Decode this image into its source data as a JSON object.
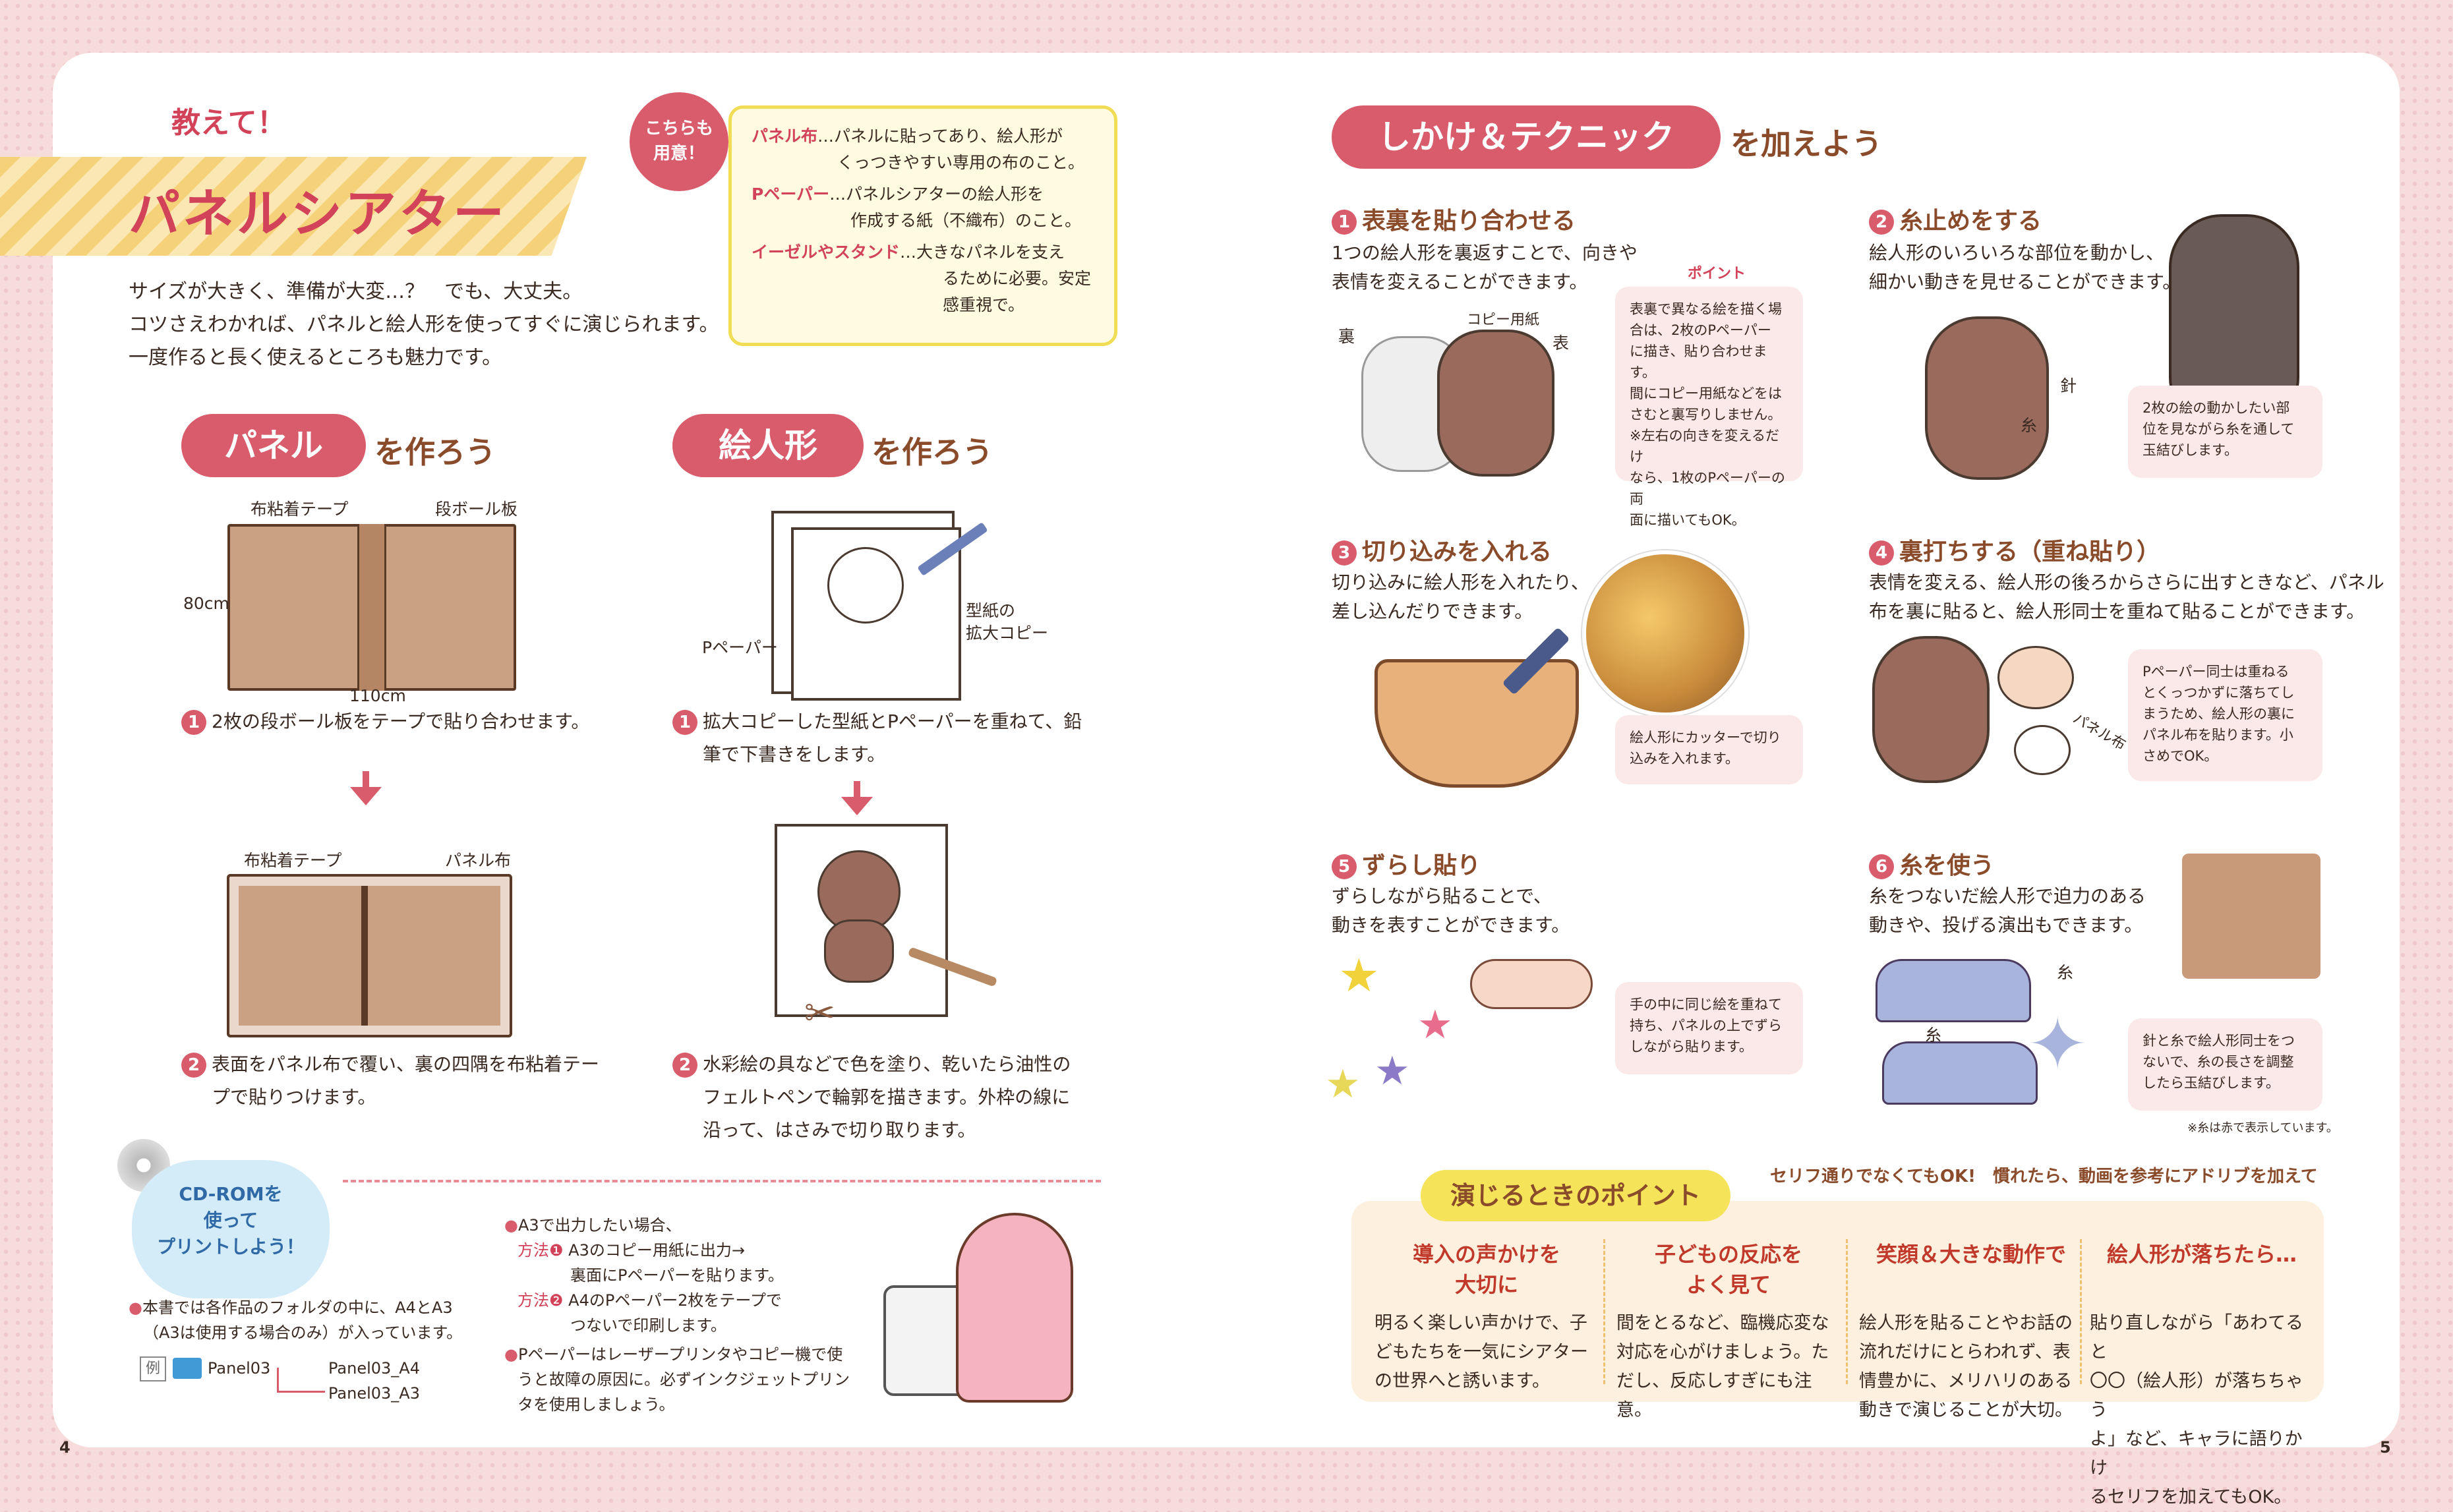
{
  "page_numbers": {
    "left": "4",
    "right": "5"
  },
  "left": {
    "kicker": "教えて！",
    "title": "パネルシアター",
    "callout_badge": [
      "こちらも",
      "用意！"
    ],
    "intro": [
      "サイズが大きく、準備が大変…？　でも、大丈夫。",
      "コツさえわかれば、パネルと絵人形を使ってすぐに演じられます。",
      "一度作ると長く使えるところも魅力です。"
    ],
    "glossary": [
      {
        "term": "パネル布",
        "sep": "…",
        "desc": [
          "パネルに貼ってあり、絵人形が",
          "くっつきやすい専用の布のこと。"
        ]
      },
      {
        "term": "Pペーパー",
        "sep": "…",
        "desc": [
          "パネルシアターの絵人形を",
          "作成する紙（不織布）のこと。"
        ]
      },
      {
        "term": "イーゼルやスタンド",
        "sep": "…",
        "desc": [
          "大きなパネルを支え",
          "るために必要。安定",
          "感重視で。"
        ]
      }
    ],
    "panel": {
      "heading": "パネル",
      "heading_suffix": "を作ろう",
      "label_tape": "布粘着テープ",
      "label_board": "段ボール板",
      "dim_h": "80cm",
      "dim_w": "110cm",
      "step1": "2枚の段ボール板をテープで貼り合わせます。",
      "label_tape2": "布粘着テープ",
      "label_cloth": "パネル布",
      "step2": [
        "表面をパネル布で覆い、裏の四隅を布粘着テー",
        "プで貼りつけます。"
      ]
    },
    "doll": {
      "heading": "絵人形",
      "heading_suffix": "を作ろう",
      "label_pattern": [
        "型紙の",
        "拡大コピー"
      ],
      "label_ppaper": "Pペーパー",
      "step1": [
        "拡大コピーした型紙とPペーパーを重ねて、鉛",
        "筆で下書きをします。"
      ],
      "step2": [
        "水彩絵の具などで色を塗り、乾いたら油性の",
        "フェルトペンで輪郭を描きます。外枠の線に",
        "沿って、はさみで切り取ります。"
      ]
    },
    "cdrom": {
      "cloud": [
        "CD-ROMを",
        "使って",
        "プリントしよう！"
      ],
      "note1": [
        "本書では各作品のフォルダの中に、A4とA3",
        "（A3は使用する場合のみ）が入っています。"
      ],
      "example": "例",
      "folder": "Panel03",
      "files": [
        "Panel03_A4",
        "Panel03_A3"
      ],
      "a3_head": "A3で出力したい場合、",
      "methods": [
        {
          "label": "方法❶",
          "text": [
            "A3のコピー用紙に出力→",
            "裏面にPペーパーを貼ります。"
          ]
        },
        {
          "label": "方法❷",
          "text": [
            "A4のPペーパー2枚をテープで",
            "つないで印刷します。"
          ]
        }
      ],
      "note2": [
        "Pペーパーはレーザープリンタやコピー機で使",
        "うと故障の原因に。必ずインクジェットプリン",
        "タを使用しましょう。"
      ]
    }
  },
  "right": {
    "heading": "しかけ＆テクニック",
    "heading_suffix": "を加えよう",
    "techniques": [
      {
        "n": "1",
        "title": "表裏を貼り合わせる",
        "desc": [
          "1つの絵人形を裏返すことで、向きや",
          "表情を変えることができます。"
        ],
        "point_label": "ポイント",
        "labels": [
          "裏",
          "コピー用紙",
          "表"
        ],
        "bubble": [
          "表裏で異なる絵を描く場",
          "合は、2枚のPペーパー",
          "に描き、貼り合わせます。",
          "間にコピー用紙などをは",
          "さむと裏写りしません。",
          "※左右の向きを変えるだけ",
          "なら、1枚のPペーパーの両",
          "面に描いてもOK。"
        ]
      },
      {
        "n": "2",
        "title": "糸止めをする",
        "desc": [
          "絵人形のいろいろな部位を動かし、",
          "細かい動きを見せることができます。"
        ],
        "labels": [
          "針",
          "糸"
        ],
        "bubble": [
          "2枚の絵の動かしたい部",
          "位を見ながら糸を通して",
          "玉結びします。"
        ]
      },
      {
        "n": "3",
        "title": "切り込みを入れる",
        "desc": [
          "切り込みに絵人形を入れたり、",
          "差し込んだりできます。"
        ],
        "bubble": [
          "絵人形にカッターで切り",
          "込みを入れます。"
        ]
      },
      {
        "n": "4",
        "title": "裏打ちする（重ね貼り）",
        "desc": [
          "表情を変える、絵人形の後ろからさらに出すときなど、パネル",
          "布を裏に貼ると、絵人形同士を重ねて貼ることができます。"
        ],
        "labels": [
          "パネル布"
        ],
        "bubble": [
          "Pペーパー同士は重ねる",
          "とくっつかずに落ちてし",
          "まうため、絵人形の裏に",
          "パネル布を貼ります。小",
          "さめでOK。"
        ]
      },
      {
        "n": "5",
        "title": "ずらし貼り",
        "desc": [
          "ずらしながら貼ることで、",
          "動きを表すことができます。"
        ],
        "bubble": [
          "手の中に同じ絵を重ねて",
          "持ち、パネルの上でずら",
          "しながら貼ります。"
        ]
      },
      {
        "n": "6",
        "title": "糸を使う",
        "desc": [
          "糸をつないだ絵人形で迫力のある",
          "動きや、投げる演出もできます。"
        ],
        "labels": [
          "糸",
          "糸"
        ],
        "bubble": [
          "針と糸で絵人形同士をつ",
          "ないで、糸の長さを調整",
          "したら玉結びします。"
        ],
        "note": "※糸は赤で表示しています。"
      }
    ],
    "tips": {
      "title": "演じるときのポイント",
      "sub": "セリフ通りでなくてもOK!　慣れたら、動画を参考にアドリブを加えて",
      "items": [
        {
          "title": [
            "導入の声かけを",
            "大切に"
          ],
          "body": [
            "明るく楽しい声かけで、子",
            "どもたちを一気にシアター",
            "の世界へと誘います。"
          ]
        },
        {
          "title": [
            "子どもの反応を",
            "よく見て"
          ],
          "body": [
            "間をとるなど、臨機応変な",
            "対応を心がけましょう。た",
            "だし、反応しすぎにも注意。"
          ]
        },
        {
          "title": [
            "笑顔＆大きな動作で"
          ],
          "body": [
            "絵人形を貼ることやお話の",
            "流れだけにとらわれず、表",
            "情豊かに、メリハリのある",
            "動きで演じることが大切。"
          ]
        },
        {
          "title": [
            "絵人形が落ちたら…"
          ],
          "body": [
            "貼り直しながら「あわてると",
            "〇〇（絵人形）が落ちちゃう",
            "よ」など、キャラに語りかけ",
            "るセリフを加えてもOK。"
          ]
        }
      ]
    }
  },
  "colors": {
    "accent": "#d95c6c",
    "brown": "#8a4b2b",
    "cardboard": "#caa182",
    "tip_bg": "#fdf0de",
    "yellow": "#f5e35a"
  }
}
